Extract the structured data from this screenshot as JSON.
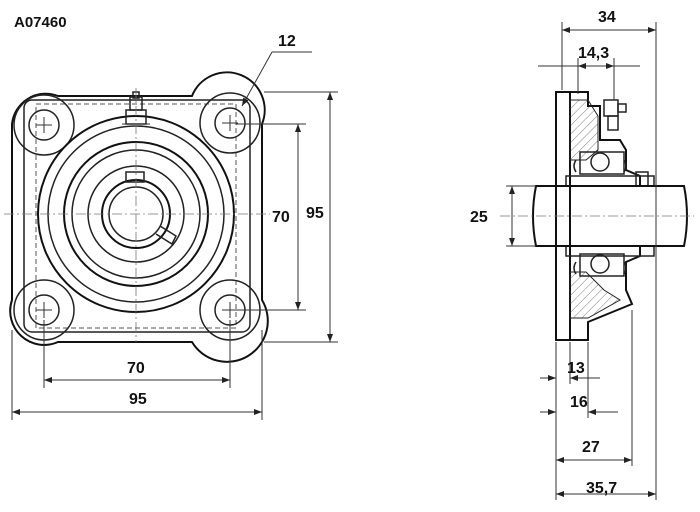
{
  "drawing": {
    "part_code": "A07460",
    "front_view": {
      "callout_radius": "12",
      "bolt_spacing_vertical": "70",
      "height_overall": "95",
      "bolt_spacing_horizontal": "70",
      "width_overall": "95"
    },
    "side_view": {
      "length_overall": "34",
      "inner_offset": "14,3",
      "shaft_diameter": "25",
      "dim_13": "13",
      "dim_16": "16",
      "dim_27": "27",
      "dim_35_7": "35,7"
    }
  }
}
